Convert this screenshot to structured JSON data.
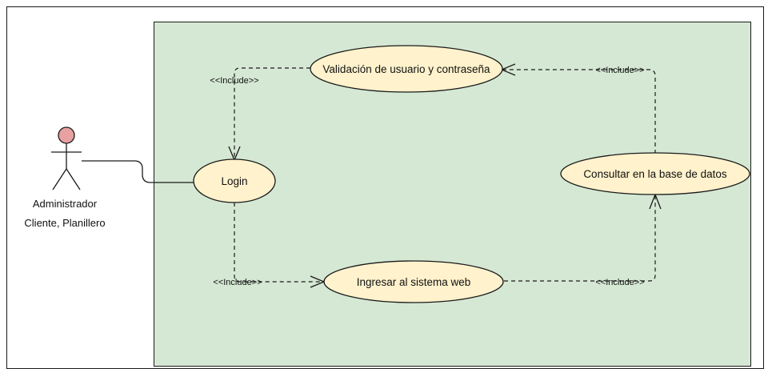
{
  "actor": {
    "line1": "Administrador",
    "line2": "Cliente, Planillero",
    "head_color": "#e8a0a0"
  },
  "use_cases": {
    "validacion": "Validación de usuario y contraseña",
    "login": "Login",
    "consultar": "Consultar en la base de datos",
    "ingresar": "Ingresar al sistema web"
  },
  "relations": {
    "include_top_left": "<<Include>>",
    "include_top_right": "<<Include>>",
    "include_bottom_left": "<<Include>>",
    "include_bottom_right": "<<Include>>"
  },
  "colors": {
    "system_fill": "#d5e8d4",
    "usecase_fill": "#fff2cc",
    "stroke": "#1a1a1a"
  }
}
